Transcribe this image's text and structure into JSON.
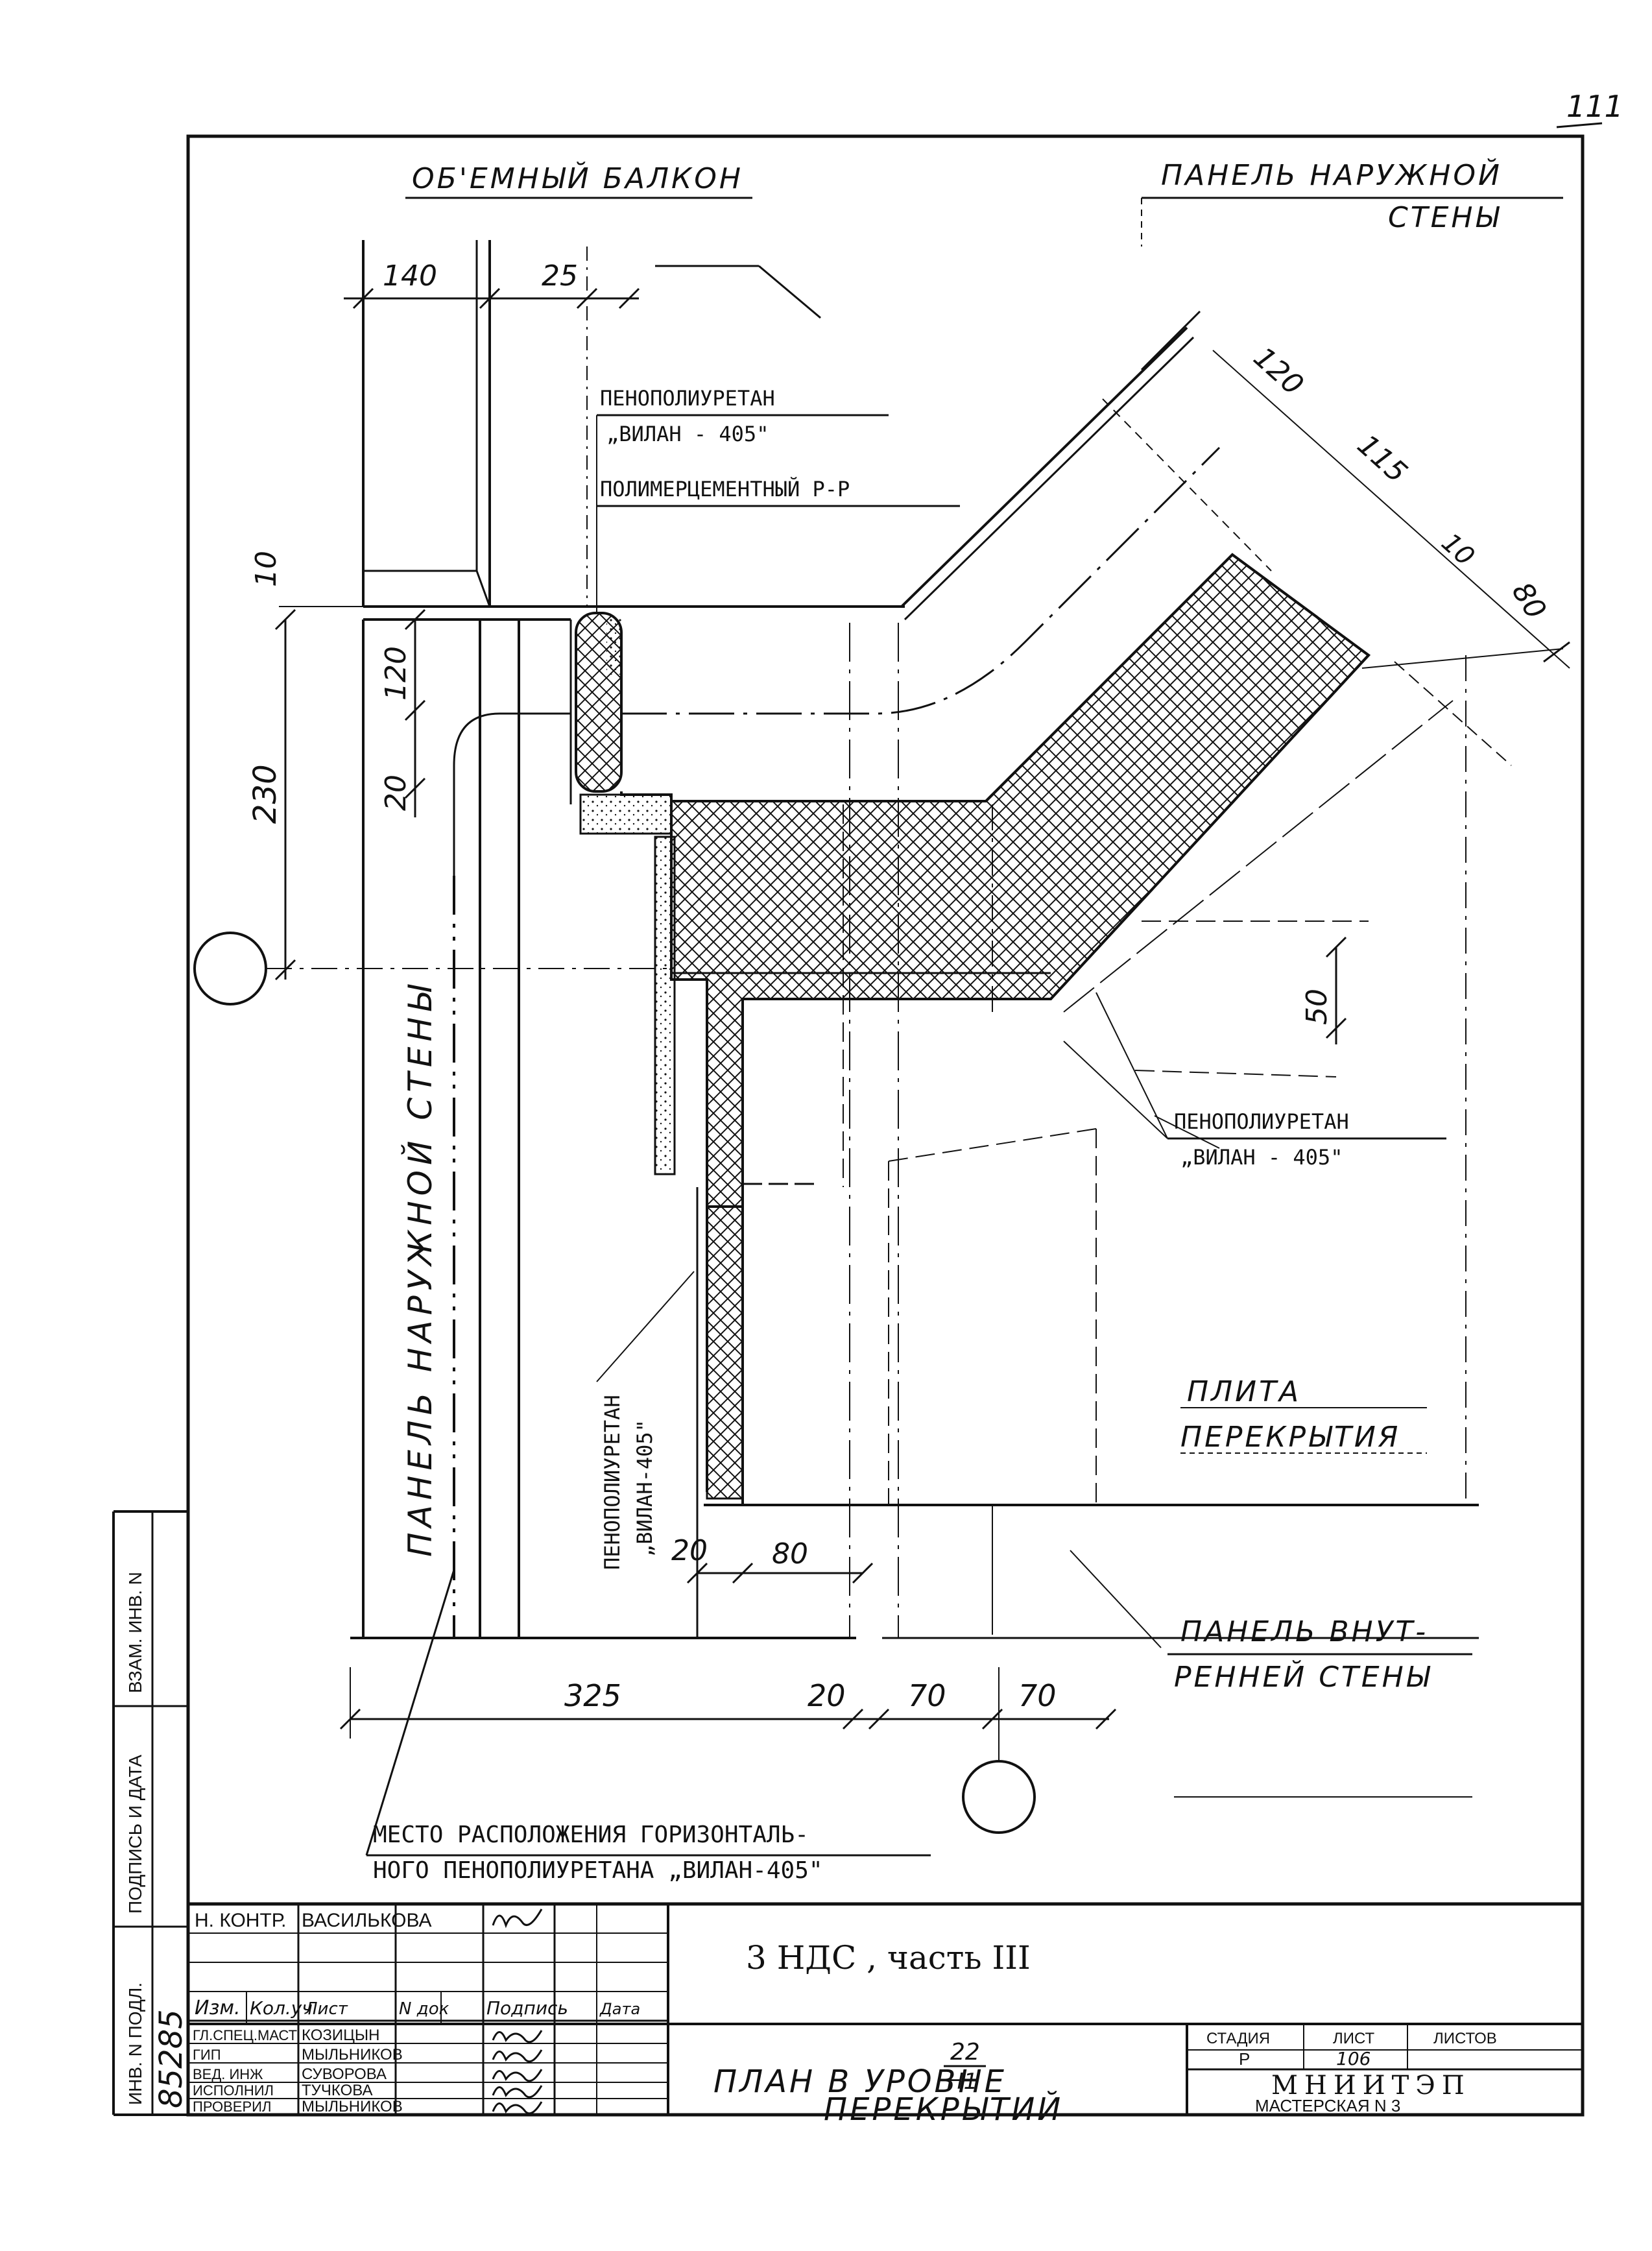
{
  "page_number": "111",
  "labels": {
    "balcony": "ОБ'ЕМНЫЙ БАЛКОН",
    "outer_panel_line1": "ПАНЕЛЬ НАРУЖНОЙ",
    "outer_panel_line2": "СТЕНЫ",
    "foam_1_line1": "ПЕНОПОЛИУРЕТАН",
    "foam_1_line2": "„ВИЛАН - 405\"",
    "polymer_mortar": "ПОЛИМЕРЦЕМЕНТНЫЙ Р-Р",
    "foam_2_line1": "ПЕНОПОЛИУРЕТАН",
    "foam_2_line2": "„ВИЛАН - 405\"",
    "foam_3_line1": "ПЕНОПОЛИУРЕТАН",
    "foam_3_line2": "„ВИЛАН-405\"",
    "outer_panel_vertical": "ПАНЕЛЬ НАРУЖНОЙ СТЕНЫ",
    "slab_line1": "ПЛИТА",
    "slab_line2": "ПЕРЕКРЫТИЯ",
    "inner_panel_line1": "ПАНЕЛЬ ВНУТ-",
    "inner_panel_line2": "РЕННЕЙ СТЕНЫ",
    "horizontal_foam_line1": "МЕСТО РАСПОЛОЖЕНИЯ ГОРИЗОНТАЛЬ-",
    "horizontal_foam_line2": "НОГО ПЕНОПОЛИУРЕТАНА „ВИЛАН-405\""
  },
  "dimensions": {
    "d140": "140",
    "d25": "25",
    "d120_top": "120",
    "d115": "115",
    "d10_diag": "10",
    "d80_diag": "80",
    "d10_left": "10",
    "d120_left": "120",
    "d230": "230",
    "d20_left": "20",
    "d50": "50",
    "d20_bottom_inner": "20",
    "d80_bottom": "80",
    "d325": "325",
    "d20_bottom": "20",
    "d70_a": "70",
    "d70_b": "70"
  },
  "side_stamp": {
    "inv_zam": "ВЗАМ. ИНВ. N",
    "sign_date": "ПОДПИСЬ И ДАТА",
    "inv_podl": "ИНВ. N ПОДЛ.",
    "inv_number": "85285"
  },
  "title_block": {
    "norm_control_role": "Н. КОНТР.",
    "norm_control_name": "ВАСИЛЬКОВА",
    "header_izm": "Изм.",
    "header_kol": "Кол.уч",
    "header_list": "Лист",
    "header_ndok": "N док",
    "header_sign": "Подпись",
    "header_date": "Дата",
    "people": [
      {
        "role": "ГЛ.СПЕЦ.МАСТ",
        "name": "КОЗИЦЫН"
      },
      {
        "role": "ГИП",
        "name": "МЫЛЬНИКОВ"
      },
      {
        "role": "ВЕД. ИНЖ",
        "name": "СУВОРОВА"
      },
      {
        "role": "ИСПОЛНИЛ",
        "name": "ТУЧКОВА"
      },
      {
        "role": "ПРОВЕРИЛ",
        "name": "МЫЛЬНИКОВ"
      }
    ],
    "project": "3 НДС , часть III",
    "code_top": "22",
    "code_bottom": "Н1",
    "sheet_title_line1": "ПЛАН В УРОВНЕ",
    "sheet_title_line2": "ПЕРЕКРЫТИЙ",
    "stage_label": "СТАДИЯ",
    "sheet_label": "ЛИСТ",
    "sheets_label": "ЛИСТОВ",
    "stage": "Р",
    "sheet": "106",
    "sheets": "",
    "org": "МНИИТЭП",
    "workshop": "МАСТЕРСКАЯ N 3"
  }
}
